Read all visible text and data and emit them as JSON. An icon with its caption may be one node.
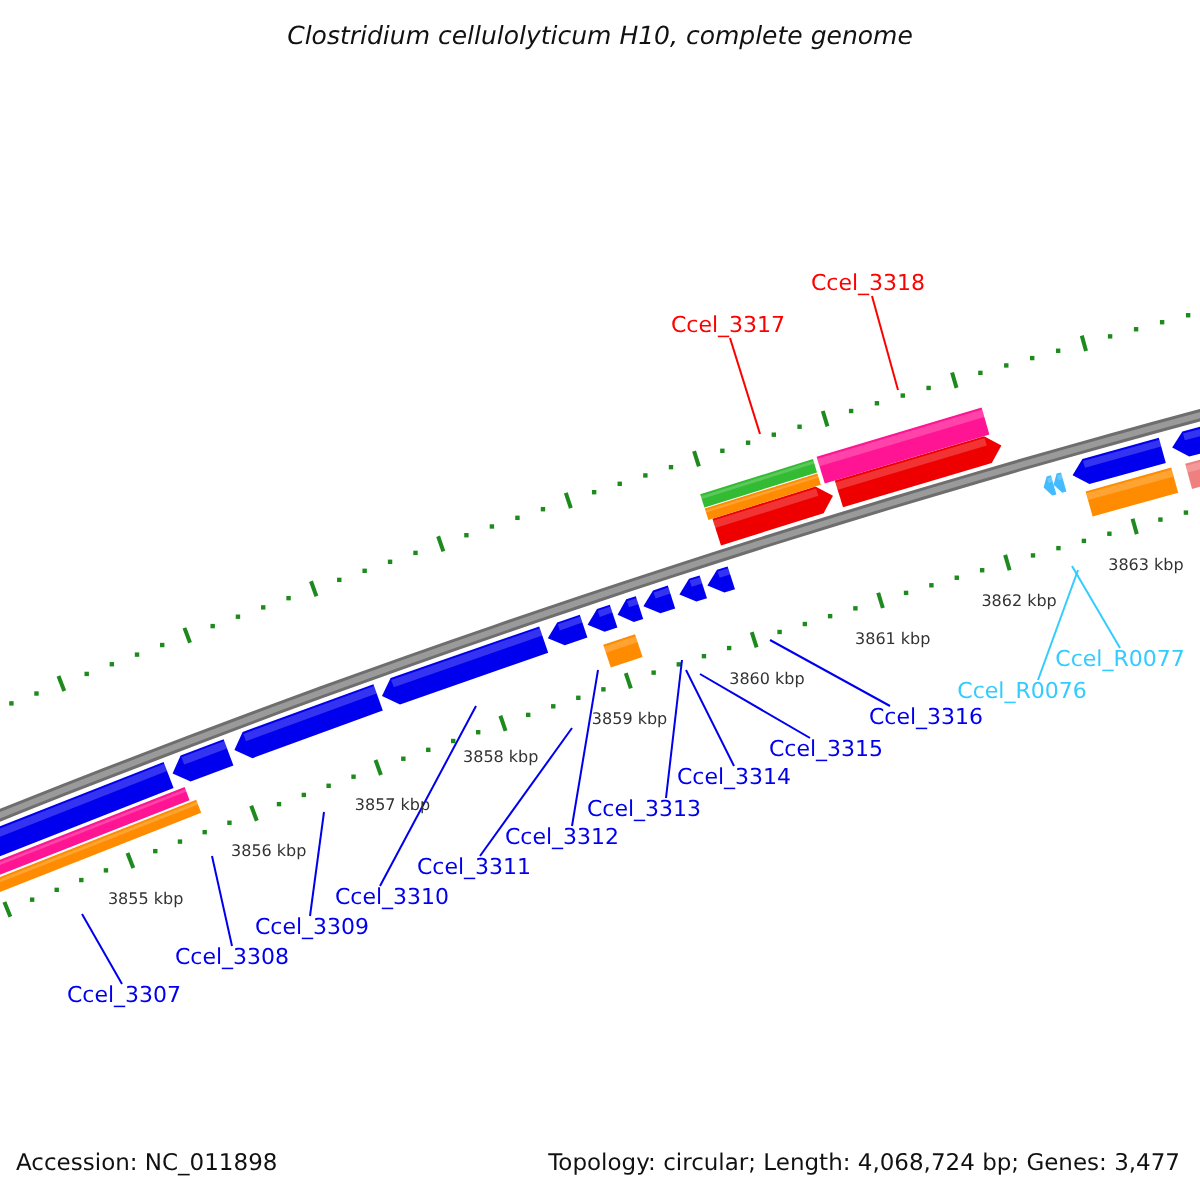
{
  "diagram": {
    "title": "Clostridium cellulolyticum H10, complete genome",
    "nodes": [
      {
        "text": [
          "Ccel_3318"
        ]
      },
      {
        "text": [
          "Ccel_3317"
        ]
      },
      {
        "text": [
          "Ccel_R0077"
        ]
      },
      {
        "text": [
          "Ccel_R0076"
        ]
      },
      {
        "text": [
          "Ccel_3316"
        ]
      },
      {
        "text": [
          "Ccel_3315"
        ]
      },
      {
        "text": [
          "Ccel_3314"
        ]
      },
      {
        "text": [
          "Ccel_3313"
        ]
      },
      {
        "text": [
          "Ccel_3312"
        ]
      },
      {
        "text": [
          "Ccel_3311"
        ]
      },
      {
        "text": [
          "Ccel_3310"
        ]
      },
      {
        "text": [
          "Ccel_3309"
        ]
      },
      {
        "text": [
          "Ccel_3308"
        ]
      },
      {
        "text": [
          "Ccel_3307"
        ]
      }
    ],
    "edges": [
      {
        "from": 0,
        "to": null,
        "arrow": "none",
        "color": "#ff0000"
      },
      {
        "from": 1,
        "to": null,
        "arrow": "none",
        "color": "#ff0000"
      },
      {
        "from": 2,
        "to": null,
        "arrow": "none",
        "color": "#33ccff"
      },
      {
        "from": 3,
        "to": null,
        "arrow": "none",
        "color": "#33ccff"
      },
      {
        "from": 4,
        "to": null,
        "arrow": "none"
      },
      {
        "from": 5,
        "to": null,
        "arrow": "none"
      },
      {
        "from": 6,
        "to": null,
        "arrow": "none"
      },
      {
        "from": 7,
        "to": null,
        "arrow": "none"
      },
      {
        "from": 8,
        "to": null,
        "arrow": "none"
      },
      {
        "from": 9,
        "to": null,
        "arrow": "none"
      },
      {
        "from": 10,
        "to": null,
        "arrow": "none"
      },
      {
        "from": 11,
        "to": null,
        "arrow": "none"
      },
      {
        "from": 12,
        "to": null,
        "arrow": "none"
      },
      {
        "from": 13,
        "to": null,
        "arrow": "none"
      }
    ],
    "labels": [
      "3855 kbp",
      "3856 kbp",
      "3857 kbp",
      "3858 kbp",
      "3859 kbp",
      "3860 kbp",
      "3861 kbp",
      "3862 kbp",
      "3863 kbp",
      "Accession: NC_011898",
      "Topology: circular; Length: 4,068,724 bp; Genes: 3,477"
    ]
  }
}
